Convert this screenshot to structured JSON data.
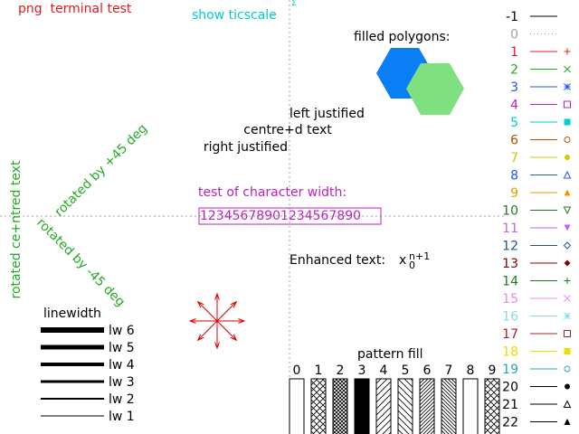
{
  "header": {
    "terminal_title": "png  terminal test",
    "ticscale_label": "show ticscale",
    "axis_tick_label": "Σ"
  },
  "colors": {
    "title": "#e41a1c",
    "ticscale": "#00cccc",
    "rotated": "#22aa22",
    "charwidth": "#bb22bb",
    "polygon_blue": "#0a7ff5",
    "polygon_green": "#80e080",
    "star": "#dd0000",
    "axis_dotted": "#a0a0a0"
  },
  "text_samples": {
    "left_justified": "left justified",
    "centred": "centre+d text",
    "right_justified": "right justified",
    "rotated_centred": "rotated ce+ntred text",
    "rotated_plus45": "rotated by +45 deg",
    "rotated_minus45": "rotated by -45 deg",
    "char_width_title": "test of character width:",
    "char_width_digits": "12345678901234567890"
  },
  "polygons": {
    "title": "filled polygons:"
  },
  "enhanced": {
    "label": "Enhanced text:",
    "base": "x",
    "sub": "0",
    "sup": "n+1"
  },
  "linewidth": {
    "title": "linewidth",
    "items": [
      {
        "label": "lw 6",
        "width": 6
      },
      {
        "label": "lw 5",
        "width": 5
      },
      {
        "label": "lw 4",
        "width": 4
      },
      {
        "label": "lw 3",
        "width": 3
      },
      {
        "label": "lw 2",
        "width": 2
      },
      {
        "label": "lw 1",
        "width": 1
      }
    ]
  },
  "pattern_fill": {
    "title": "pattern fill",
    "patterns": [
      "0",
      "1",
      "2",
      "3",
      "4",
      "5",
      "6",
      "7",
      "8",
      "9"
    ]
  },
  "line_types": [
    {
      "label": "-1",
      "color": "#000000",
      "marker": "none",
      "dotted": false
    },
    {
      "label": "0",
      "color": "#a0a0a0",
      "marker": "none",
      "dotted": true
    },
    {
      "label": "1",
      "color": "#e41a1c",
      "marker": "plus"
    },
    {
      "label": "2",
      "color": "#22aa22",
      "marker": "cross"
    },
    {
      "label": "3",
      "color": "#2255ee",
      "marker": "star"
    },
    {
      "label": "4",
      "color": "#bb22bb",
      "marker": "box"
    },
    {
      "label": "5",
      "color": "#00cccc",
      "marker": "fbox"
    },
    {
      "label": "6",
      "color": "#aa5500",
      "marker": "circle"
    },
    {
      "label": "7",
      "color": "#cccc00",
      "marker": "fcircle"
    },
    {
      "label": "8",
      "color": "#2255ee",
      "marker": "triangle"
    },
    {
      "label": "9",
      "color": "#ee9900",
      "marker": "ftriangle"
    },
    {
      "label": "10",
      "color": "#227722",
      "marker": "itriangle"
    },
    {
      "label": "11",
      "color": "#bb66ee",
      "marker": "fitriangle"
    },
    {
      "label": "12",
      "color": "#225588",
      "marker": "diamond"
    },
    {
      "label": "13",
      "color": "#880000",
      "marker": "fdiamond"
    },
    {
      "label": "14",
      "color": "#227722",
      "marker": "plus"
    },
    {
      "label": "15",
      "color": "#ee88ee",
      "marker": "cross"
    },
    {
      "label": "16",
      "color": "#88dddd",
      "marker": "star"
    },
    {
      "label": "17",
      "color": "#aa2222",
      "marker": "box"
    },
    {
      "label": "18",
      "color": "#eedd00",
      "marker": "fbox"
    },
    {
      "label": "19",
      "color": "#22aaaa",
      "marker": "circle"
    },
    {
      "label": "20",
      "color": "#000000",
      "marker": "fcircle"
    },
    {
      "label": "21",
      "color": "#000000",
      "marker": "triangle"
    },
    {
      "label": "22",
      "color": "#000000",
      "marker": "ftriangle"
    }
  ]
}
